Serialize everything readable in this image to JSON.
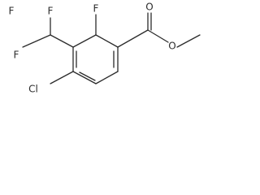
{
  "molecule": {
    "atoms": {
      "f_top_left": "F",
      "f_top_right": "F",
      "f_ortho": "F",
      "f_lower_left": "F",
      "carbonyl_oxygen": "O",
      "ester_oxygen": "O",
      "chlorine": "Cl"
    }
  },
  "colors": {
    "bond": "#2b2b2b",
    "label": "#2b2b2b",
    "background": "#ffffff"
  }
}
